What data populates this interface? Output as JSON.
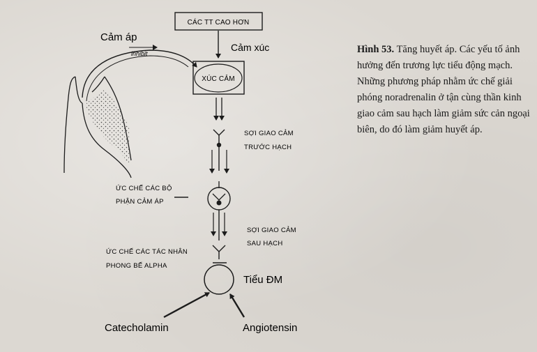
{
  "diagram": {
    "top_box": "CÁC TT CAO HƠN",
    "cam_xuc": "Cảm xúc",
    "cam_ap": "Cảm áp",
    "inhibit": "inhibit",
    "center_box": "XÚC CẢM",
    "soi_truoc_1": "SỢI GIAO CẢM",
    "soi_truoc_2": "TRƯỚC HẠCH",
    "uc_che_bo_1": "ỨC CHẾ CÁC BỘ",
    "uc_che_bo_2": "PHẬN CẢM ÁP",
    "soi_sau_1": "SỢI GIAO CẢM",
    "soi_sau_2": "SAU HẠCH",
    "uc_che_tac_1": "ỨC CHẾ CÁC TÁC NHÂN",
    "uc_che_tac_2": "PHONG BẾ ALPHA",
    "tieu_dm": "Tiểu ĐM",
    "catecholamin": "Catecholamin",
    "angiotensin": "Angiotensin"
  },
  "caption": {
    "label": "Hình 53.",
    "text": "Tăng huyết áp. Các yếu tố ảnh hưởng đến trương lực tiểu động mạch. Những phương pháp nhằm ức chế giải phóng noradrenalin ở tận cùng thần kinh giao cảm sau hạch làm giảm sức cản ngoại biên, do đó làm giảm huyết áp."
  }
}
